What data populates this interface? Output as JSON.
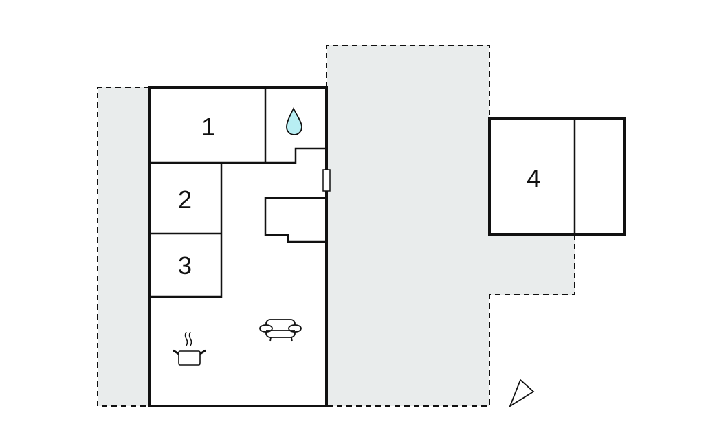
{
  "plan": {
    "rooms": [
      {
        "label": "1"
      },
      {
        "label": "2"
      },
      {
        "label": "3"
      },
      {
        "label": "4"
      }
    ],
    "icons": [
      "water-drop-icon",
      "cooking-pot-icon",
      "armchair-icon",
      "north-arrow-icon"
    ],
    "colors": {
      "outdoor": "#e9ecec",
      "wall": "#111111",
      "water": "#b8eef3"
    }
  }
}
